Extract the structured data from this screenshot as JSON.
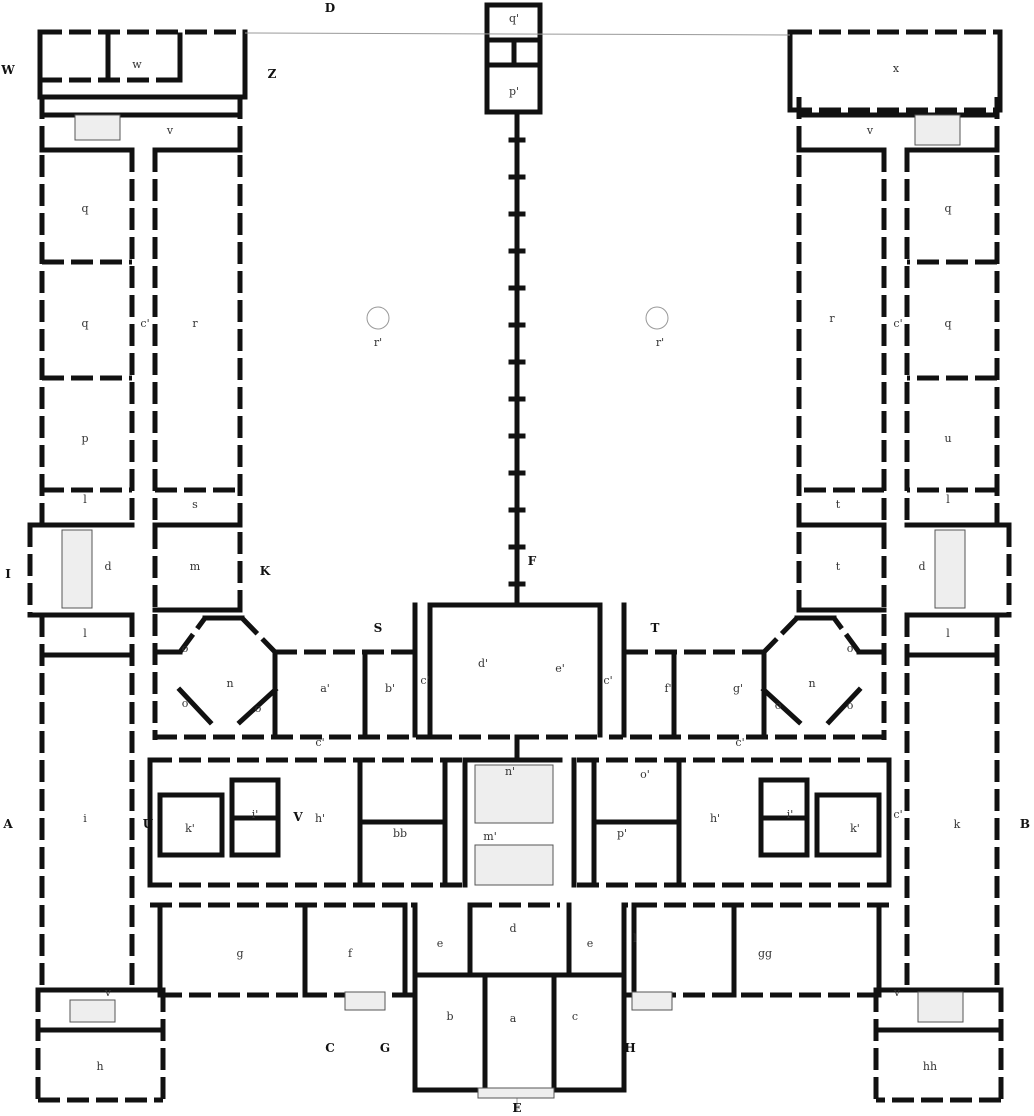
{
  "title": "Floor plan",
  "labels": [
    "D",
    "q'",
    "p'",
    "W",
    "w",
    "Z",
    "x",
    "v",
    "v",
    "q",
    "q",
    "p",
    "r",
    "c'",
    "r'",
    "r'",
    "r",
    "c'",
    "q",
    "q",
    "u",
    "l",
    "s",
    "t",
    "l",
    "I",
    "d",
    "m",
    "K",
    "F",
    "t",
    "d",
    "l",
    "l",
    "S",
    "T",
    "o",
    "n",
    "o",
    "o",
    "a'",
    "b'",
    "c'",
    "d'",
    "e'",
    "c'",
    "f'",
    "g'",
    "n",
    "o",
    "o",
    "o",
    "c'",
    "c'",
    "A",
    "i",
    "U",
    "k'",
    "i'",
    "V",
    "h'",
    "bb",
    "n'",
    "m'",
    "o'",
    "p'",
    "h'",
    "i'",
    "k'",
    "c'",
    "k",
    "B",
    "g",
    "f",
    "e",
    "d",
    "e",
    "l",
    "gg",
    "v",
    "v",
    "b",
    "a",
    "c",
    "G",
    "H",
    "h",
    "hh",
    "E",
    "C"
  ]
}
